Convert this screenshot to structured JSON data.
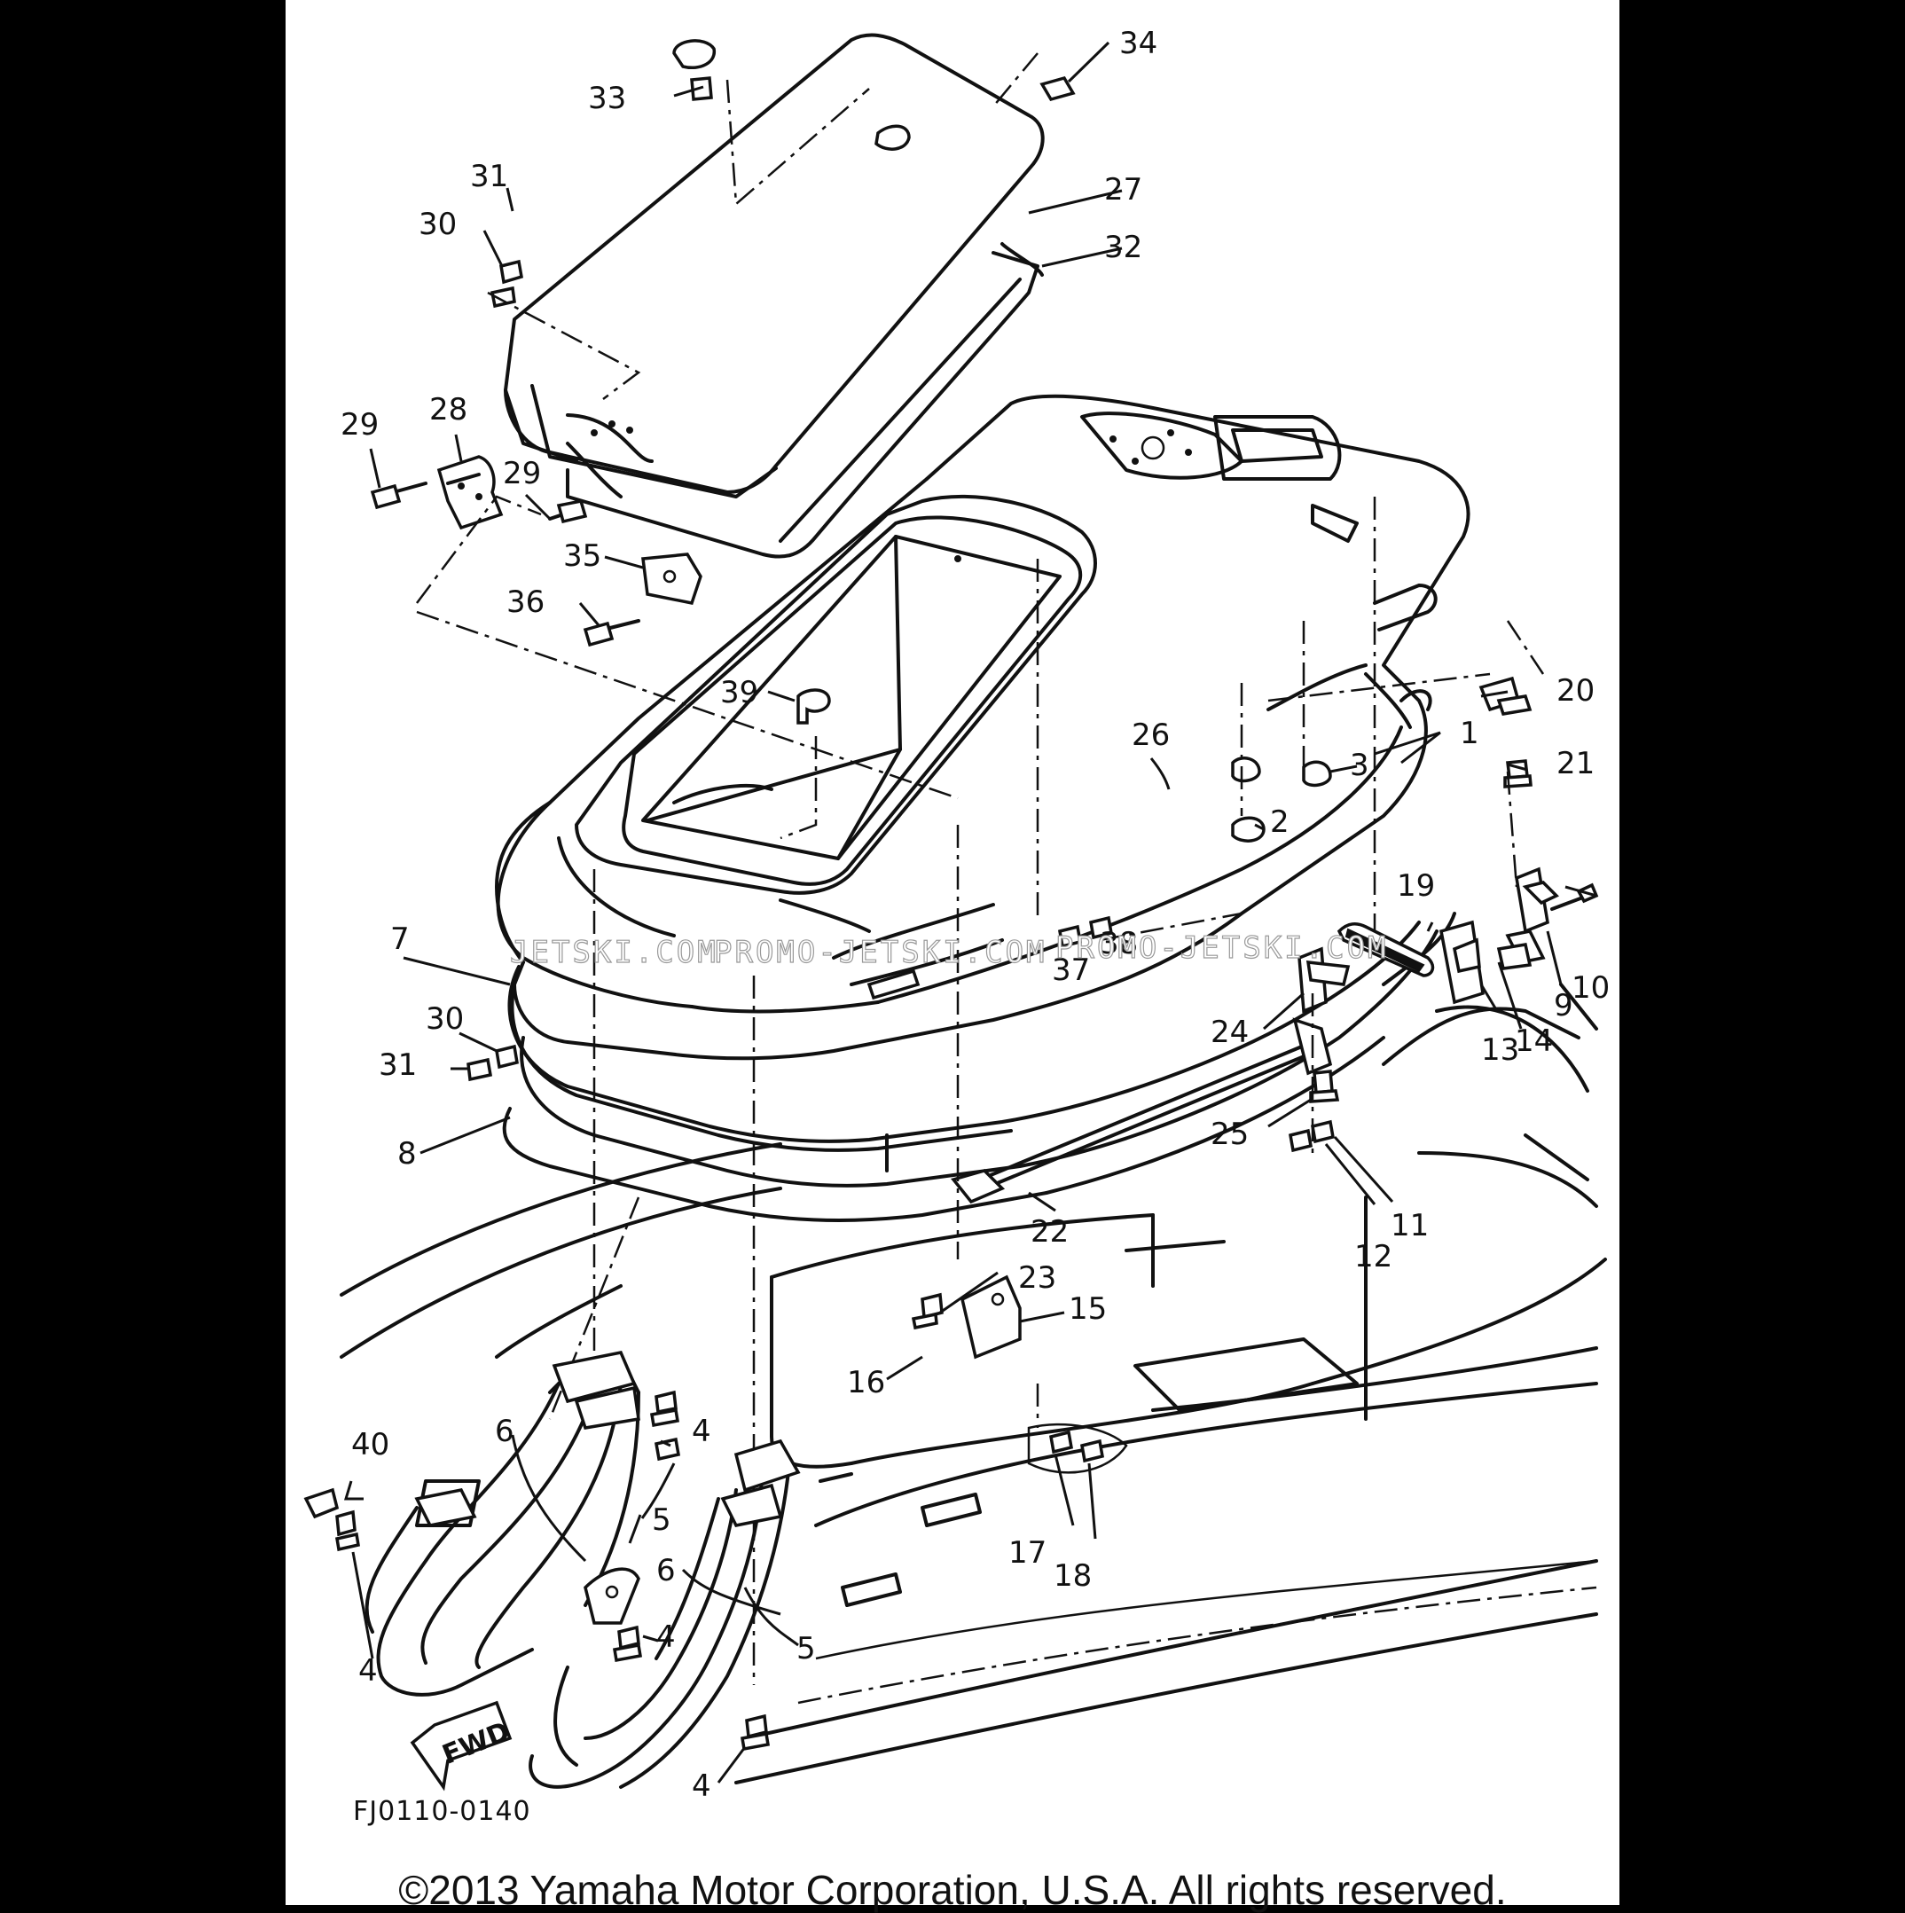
{
  "diagram": {
    "callouts": [
      "1",
      "2",
      "3",
      "4",
      "4",
      "4",
      "4",
      "5",
      "5",
      "6",
      "6",
      "7",
      "8",
      "9",
      "10",
      "11",
      "12",
      "13",
      "14",
      "15",
      "16",
      "17",
      "18",
      "19",
      "20",
      "21",
      "22",
      "23",
      "24",
      "25",
      "26",
      "27",
      "28",
      "29",
      "29",
      "30",
      "30",
      "31",
      "31",
      "32",
      "33",
      "34",
      "35",
      "36",
      "37",
      "38",
      "39",
      "40"
    ],
    "figure_code": "FJ0110-0140",
    "direction_label": "FWD",
    "watermarks": [
      "JETSKI.COM",
      "PROMO-JETSKI.COM",
      "PROMO-JETSKI.COM"
    ]
  },
  "footer": {
    "copyright": "©2013 Yamaha Motor Corporation, U.S.A. All rights reserved."
  }
}
